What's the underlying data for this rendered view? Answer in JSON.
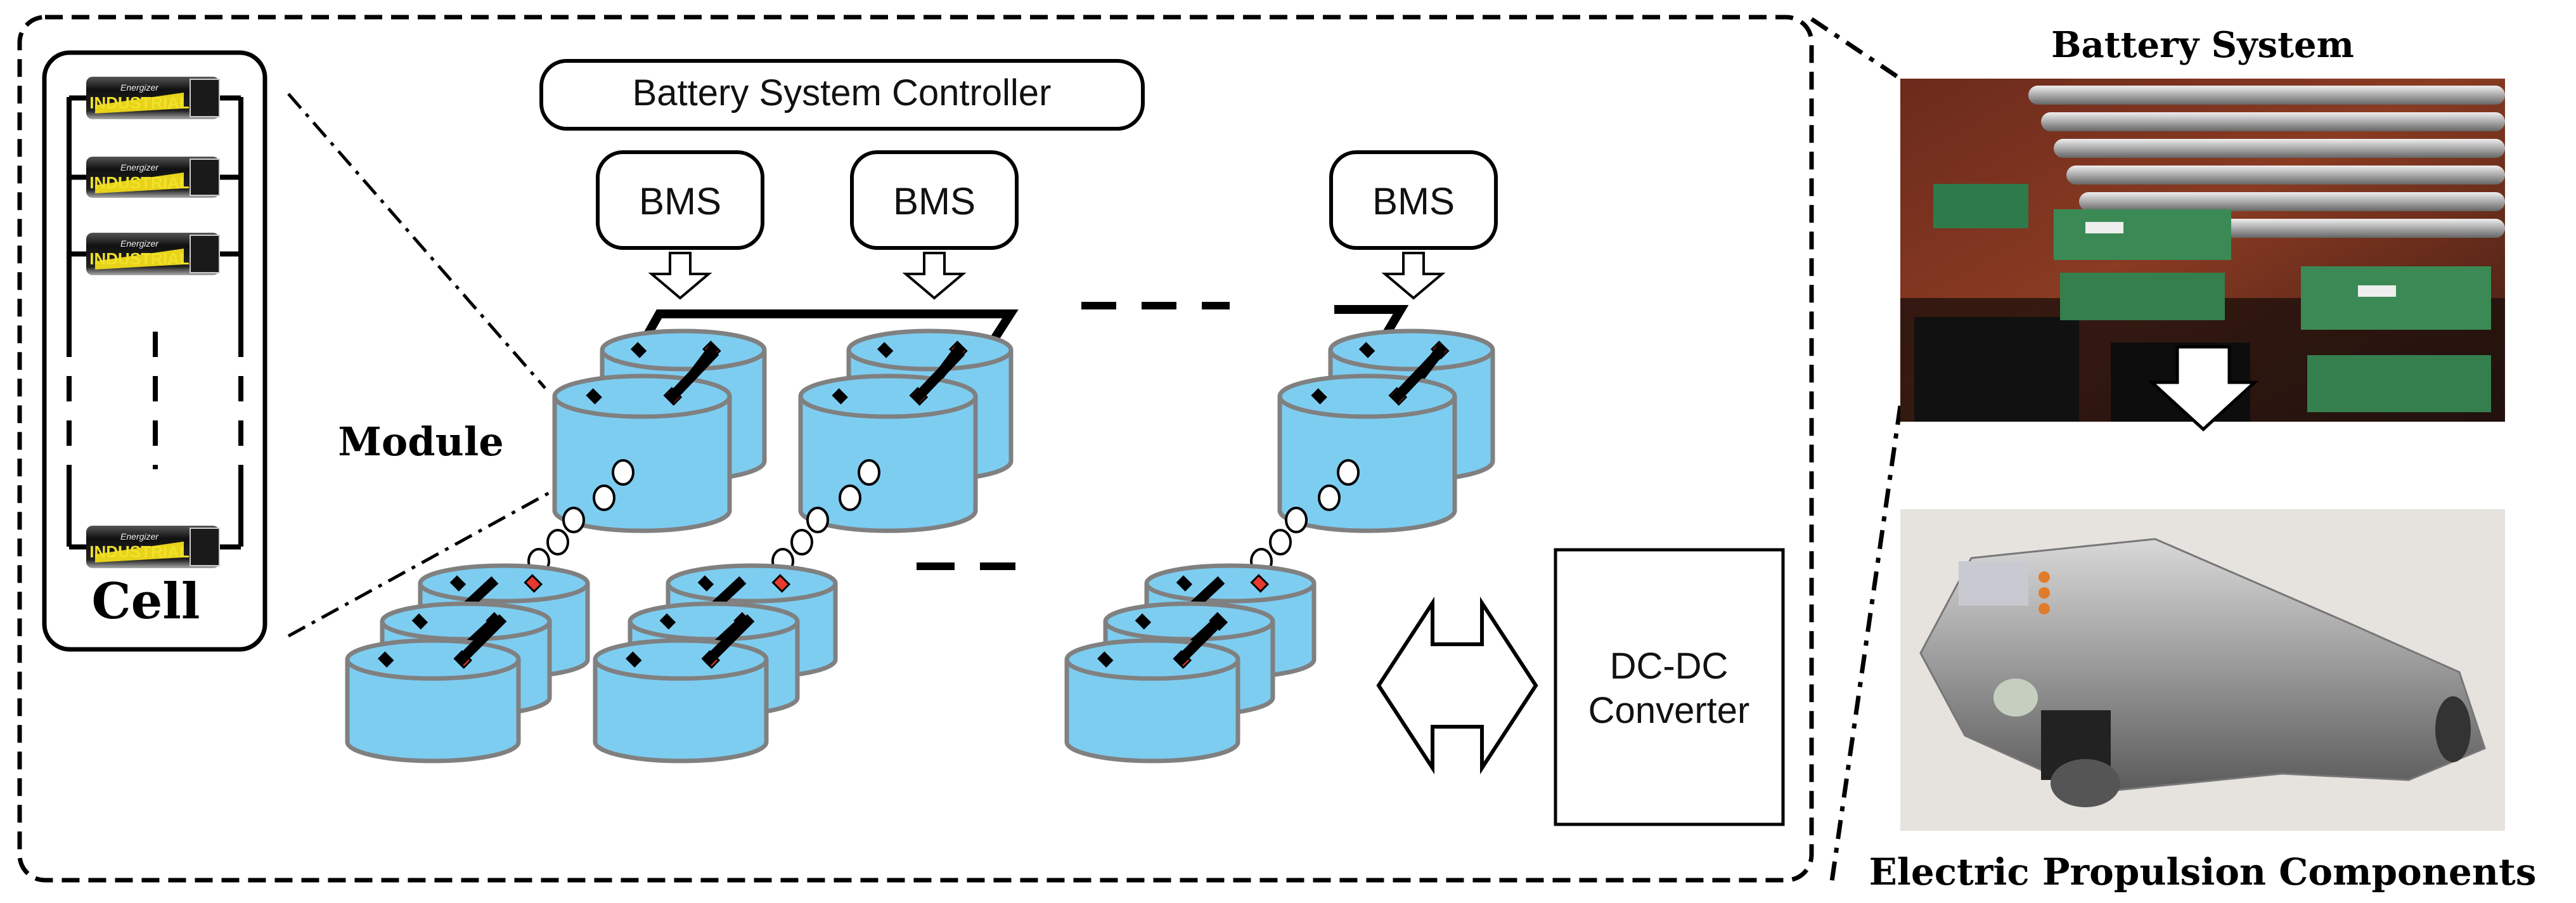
{
  "cell_panel": {
    "label": "Cell",
    "battery_brand": "Energizer",
    "battery_label": "INDUSTRIAL"
  },
  "module_label": "Module",
  "controller": {
    "label": "Battery System Controller"
  },
  "bms": [
    {
      "label": "BMS"
    },
    {
      "label": "BMS"
    },
    {
      "label": "BMS"
    }
  ],
  "converter": {
    "line1": "DC-DC",
    "line2": "Converter"
  },
  "right_panel": {
    "battery_title": "Battery System",
    "propulsion_title": "Electric Propulsion Components"
  },
  "colors": {
    "cylinder_fill": "#7dcdf1",
    "cylinder_stroke": "#808080",
    "terminal_red": "#e8392e",
    "outline": "#000000"
  }
}
